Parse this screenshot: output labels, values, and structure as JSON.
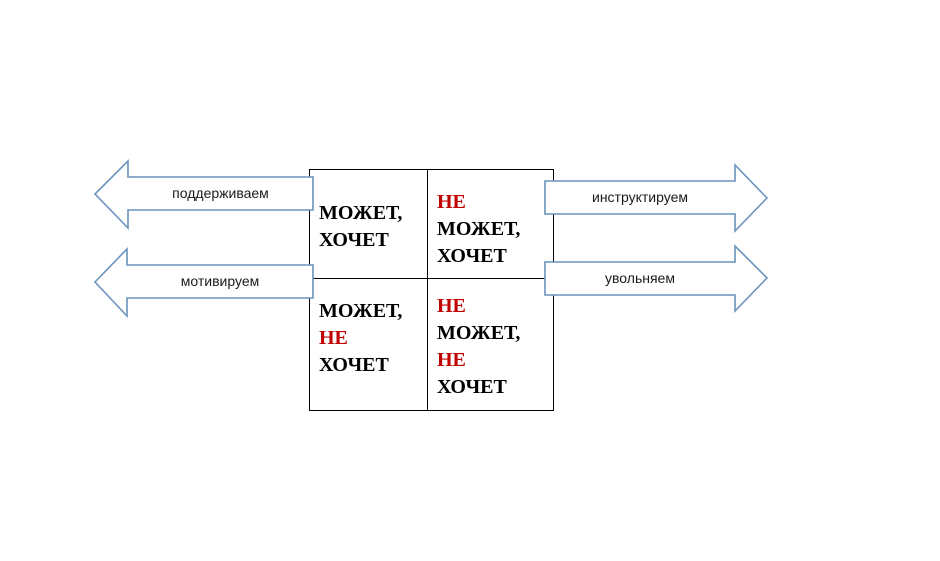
{
  "colors": {
    "arrow_stroke": "#6A93BD",
    "arrow_fill": "#FFFFFF",
    "negation": "#C00000",
    "text": "#000000"
  },
  "arrows": {
    "support": {
      "label": "поддерживаем",
      "direction": "left"
    },
    "motivate": {
      "label": "мотивируем",
      "direction": "left"
    },
    "instruct": {
      "label": "инструктируем",
      "direction": "right"
    },
    "dismiss": {
      "label": "увольняем",
      "direction": "right"
    }
  },
  "matrix": {
    "top_left": {
      "line1": "МОЖЕТ,",
      "line2": "ХОЧЕТ"
    },
    "top_right": {
      "neg1": "НЕ",
      "line2": "МОЖЕТ,",
      "line3": "ХОЧЕТ"
    },
    "bottom_left": {
      "line1": "МОЖЕТ,",
      "neg2": "НЕ",
      "line3": "ХОЧЕТ"
    },
    "bottom_right": {
      "neg1": "НЕ",
      "line2": "МОЖЕТ,",
      "neg3": "НЕ",
      "line4": "ХОЧЕТ"
    }
  }
}
